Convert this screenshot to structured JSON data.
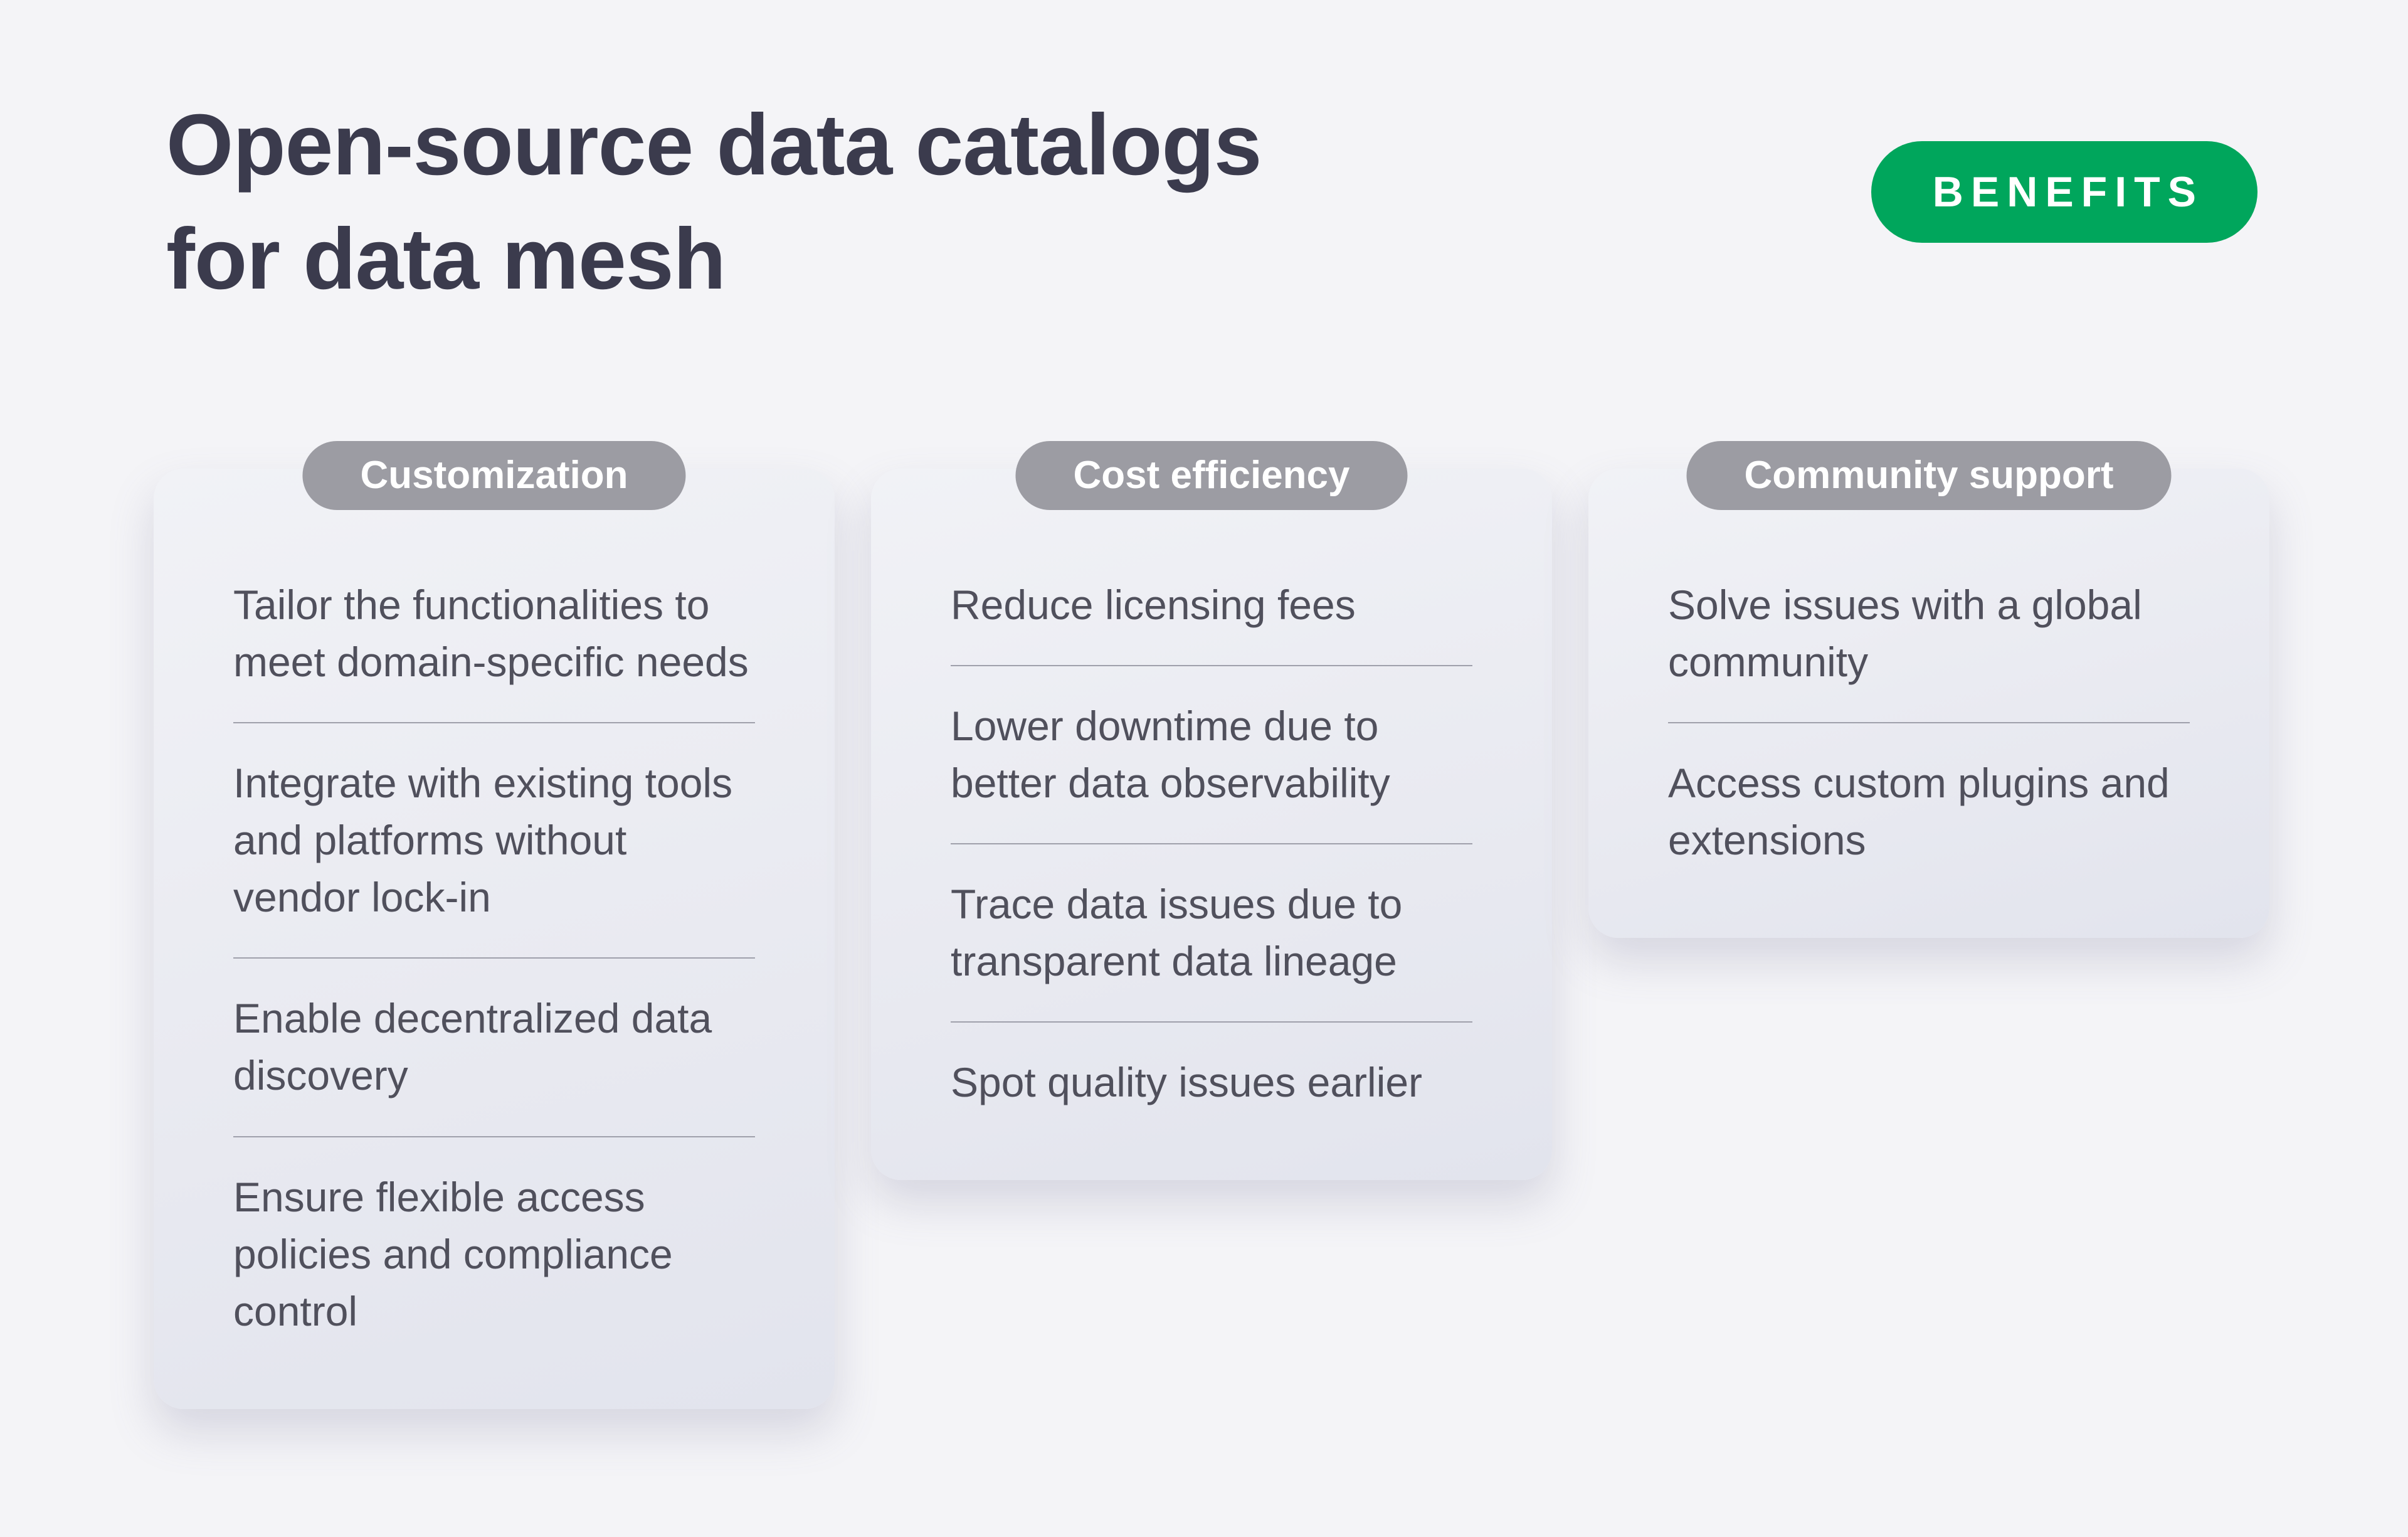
{
  "page": {
    "title": "Open-source data catalogs for data mesh",
    "badge": "BENEFITS"
  },
  "cards": [
    {
      "header": "Customization",
      "items": [
        "Tailor the functionalities to meet domain-specific needs",
        "Integrate with existing tools and platforms without vendor lock-in",
        "Enable decentralized data discovery",
        "Ensure flexible access policies and compliance control"
      ]
    },
    {
      "header": "Cost efficiency",
      "items": [
        "Reduce licensing fees",
        "Lower downtime due to better data observability",
        "Trace data issues due to transparent data lineage",
        "Spot quality issues earlier"
      ]
    },
    {
      "header": "Community support",
      "items": [
        "Solve issues with a global community",
        "Access custom plugins and extensions"
      ]
    }
  ],
  "colors": {
    "background": "#F4F4F7",
    "badge_green": "#00A65C",
    "pill_gray": "#9C9CA3",
    "title_text": "#3B3B4D",
    "body_text": "#50505C",
    "divider": "#9FA0AB"
  }
}
